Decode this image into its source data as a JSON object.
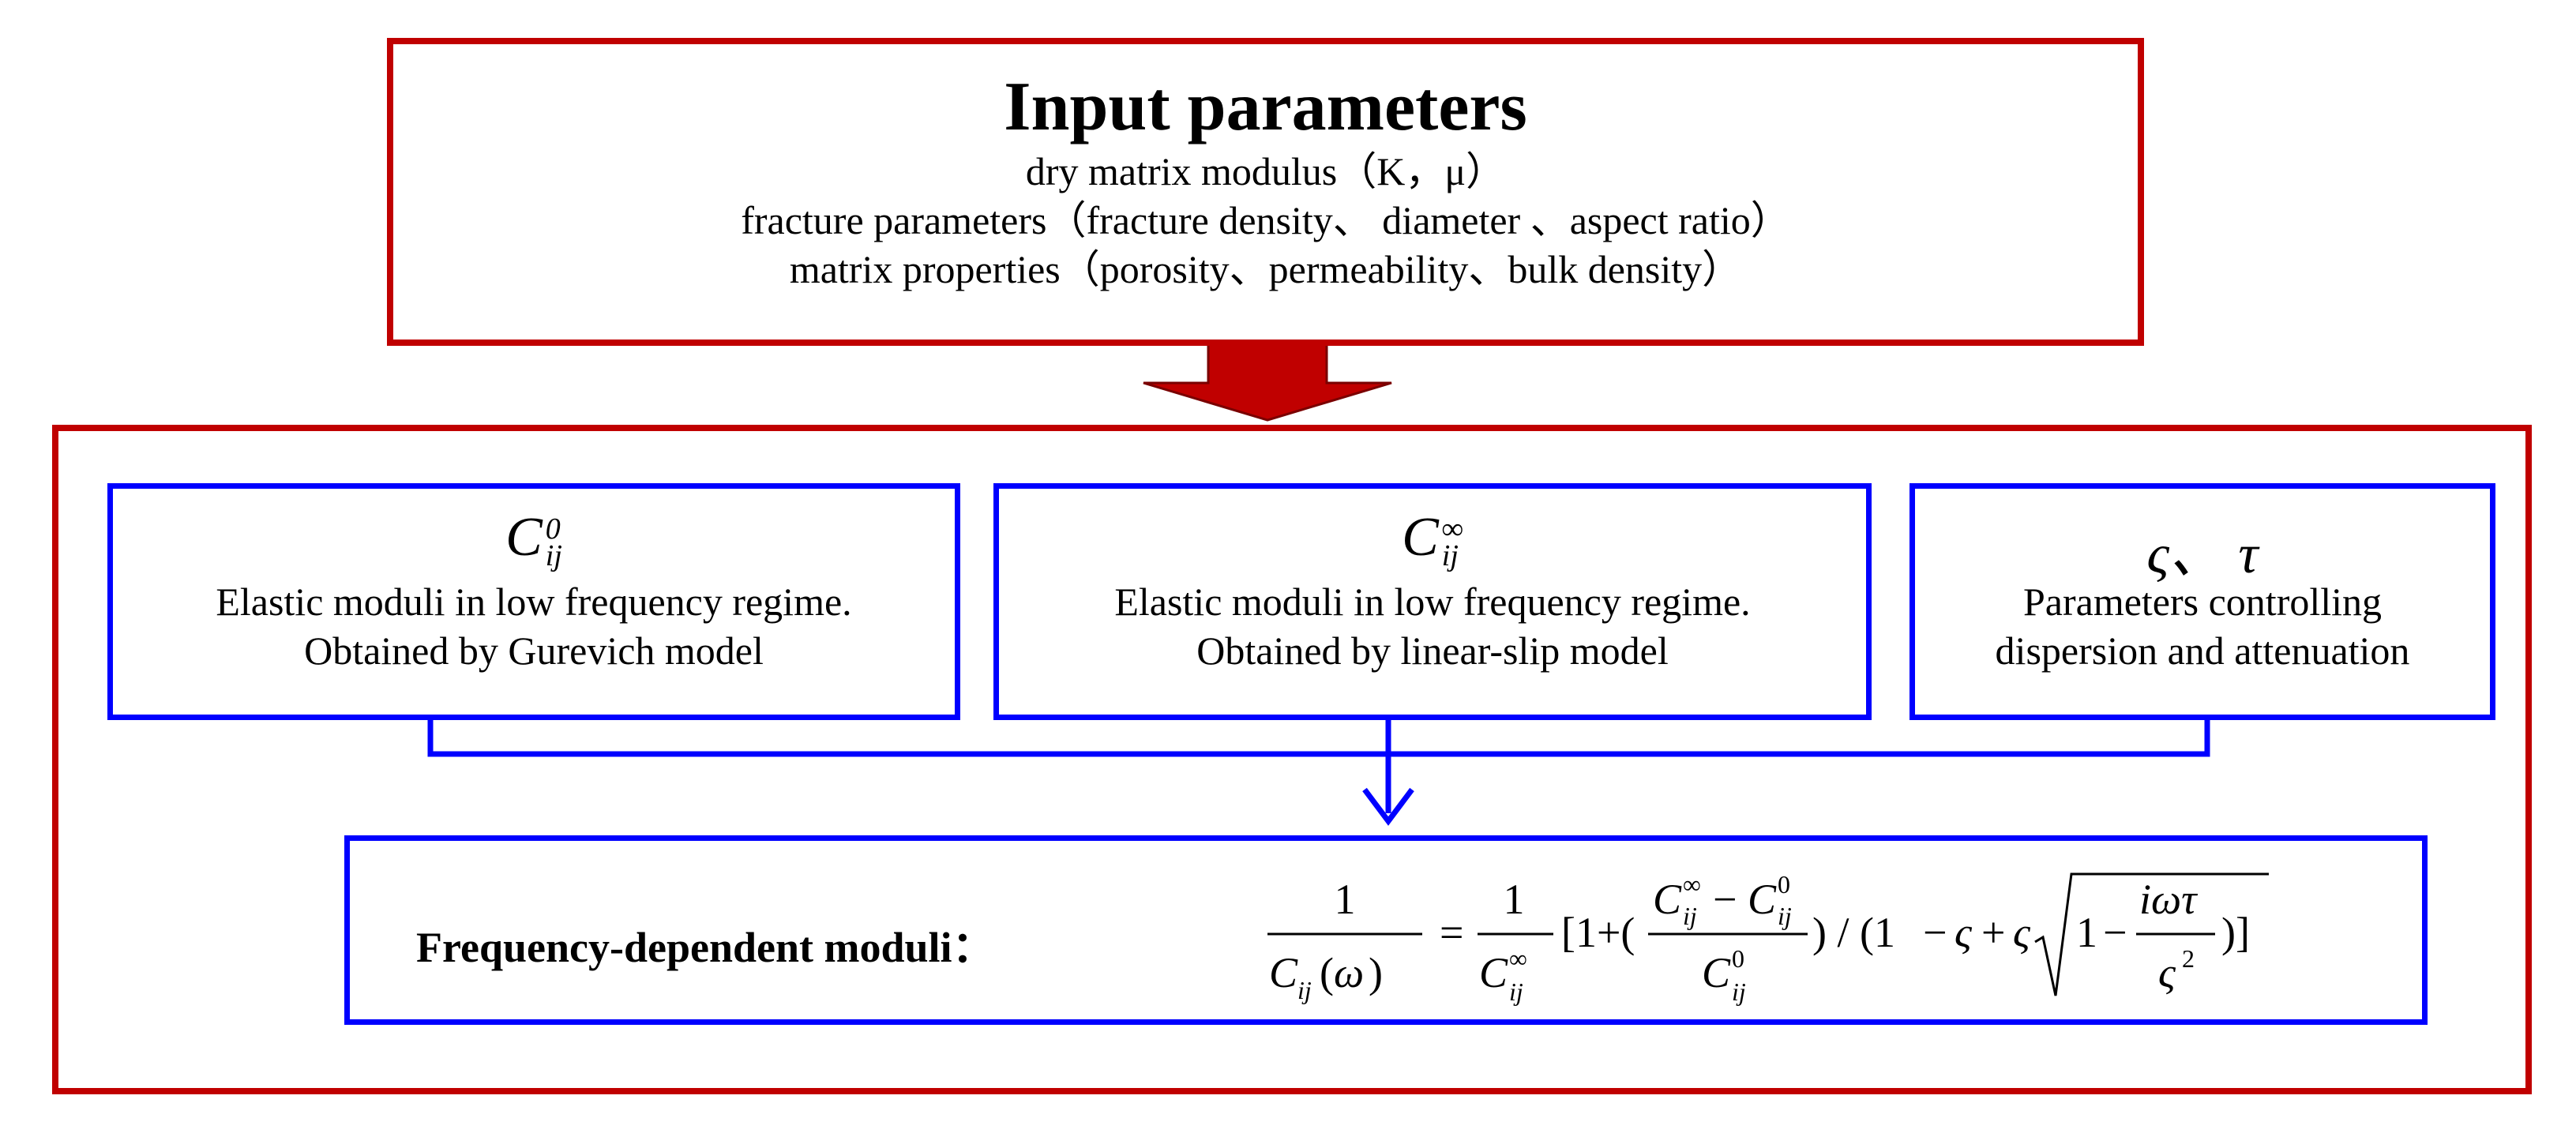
{
  "input": {
    "title": "Input parameters",
    "lines": [
      "dry matrix modulus（K，μ）",
      "fracture parameters（fracture density、 diameter 、aspect ratio）",
      "matrix properties（porosity、permeability、bulk density）"
    ]
  },
  "boxes": [
    {
      "symbol_base": "C",
      "symbol_sub": "ij",
      "symbol_sup": "0",
      "line1": "Elastic moduli in low frequency regime.",
      "line2": "Obtained by Gurevich model"
    },
    {
      "symbol_base": "C",
      "symbol_sub": "ij",
      "symbol_sup": "∞",
      "line1": "Elastic moduli in low frequency regime.",
      "line2": "Obtained by linear-slip model"
    },
    {
      "symbol": "ς、 τ",
      "line1": "Parameters controlling",
      "line2": "dispersion and attenuation"
    }
  ],
  "result": {
    "label": "Frequency-dependent moduli："
  },
  "colors": {
    "red": "#c00000",
    "blue": "#0000ff"
  }
}
